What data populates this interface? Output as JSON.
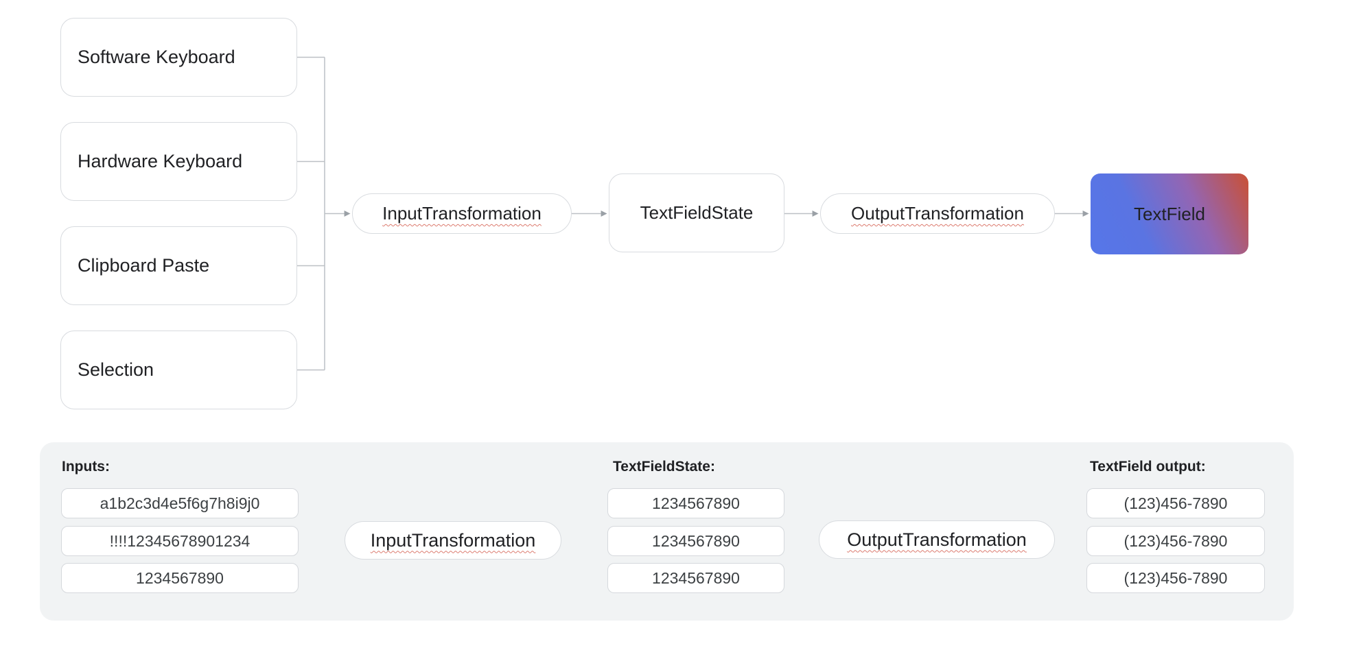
{
  "flow": {
    "sources": [
      {
        "label": "Software Keyboard"
      },
      {
        "label": "Hardware Keyboard"
      },
      {
        "label": "Clipboard Paste"
      },
      {
        "label": "Selection"
      }
    ],
    "input_transformation": "InputTransformation",
    "state": "TextFieldState",
    "output_transformation": "OutputTransformation",
    "textfield": "TextField"
  },
  "example": {
    "inputs_label": "Inputs:",
    "inputs": [
      "a1b2c3d4e5f6g7h8i9j0",
      "!!!!12345678901234",
      "1234567890"
    ],
    "input_transformation": "InputTransformation",
    "state_label": "TextFieldState:",
    "state_values": [
      "1234567890",
      "1234567890",
      "1234567890"
    ],
    "output_transformation": "OutputTransformation",
    "outputs_label": "TextField output:",
    "outputs": [
      "(123)456-7890",
      "(123)456-7890",
      "(123)456-7890"
    ]
  },
  "colors": {
    "textfield_gradient_start": "#5676e9",
    "textfield_gradient_mid": "#9465b2",
    "textfield_gradient_end": "#c5523f",
    "squiggle_underline": "#dc7a6e",
    "box_border": "#d8dbdf",
    "connector_line": "#bcc0c5",
    "arrowhead": "#9aa0a6",
    "panel_background": "#f1f3f4",
    "text": "#202124"
  }
}
